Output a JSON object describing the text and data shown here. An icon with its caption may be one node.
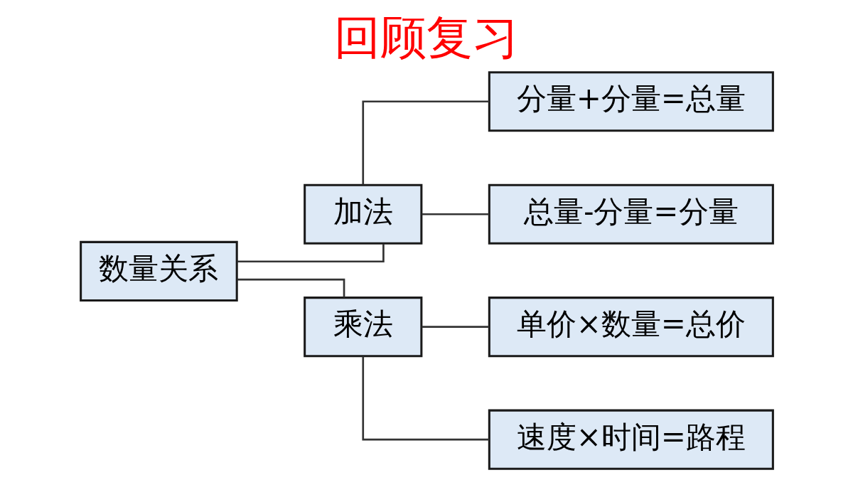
{
  "diagram": {
    "title": "回顾复习",
    "nodes": [
      {
        "text": [
          "数量关系"
        ]
      },
      {
        "text": [
          "加法"
        ]
      },
      {
        "text": [
          "分量+分量=总量"
        ]
      },
      {
        "text": [
          "总量-分量=分量"
        ]
      },
      {
        "text": [
          "乘法"
        ]
      },
      {
        "text": [
          "单价×数量=总价"
        ]
      },
      {
        "text": [
          "速度×时间=路程"
        ]
      }
    ],
    "edges": [
      {
        "from": 0,
        "to": 1,
        "arrow": "none"
      },
      {
        "from": 0,
        "to": 4,
        "arrow": "none"
      },
      {
        "from": 1,
        "to": 2,
        "arrow": "none"
      },
      {
        "from": 1,
        "to": 3,
        "arrow": "none"
      },
      {
        "from": 4,
        "to": 5,
        "arrow": "none"
      },
      {
        "from": 4,
        "to": 6,
        "arrow": "none"
      }
    ]
  }
}
